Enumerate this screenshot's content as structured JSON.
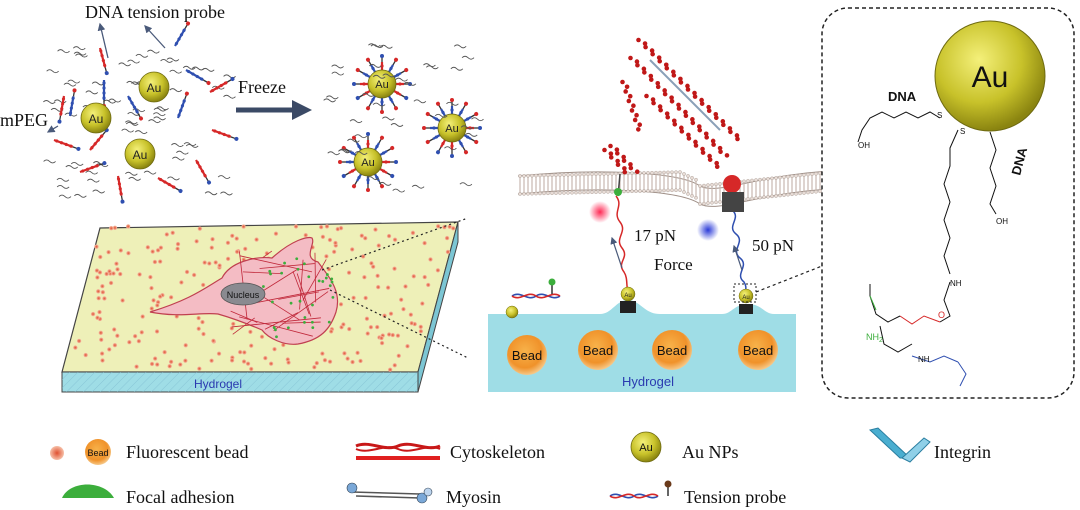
{
  "labels": {
    "dna_tension_probe": "DNA tension probe",
    "mpeg": "mPEG",
    "freeze": "Freeze",
    "au": "Au",
    "nucleus": "Nucleus",
    "hydrogel": "Hydrogel",
    "bead": "Bead",
    "force_17": "17 pN",
    "force_50": "50 pN",
    "force": "Force",
    "dna": "DNA",
    "nh2": "NH",
    "nh2_sub": "2",
    "nh": "NH",
    "s": "S",
    "o": "O",
    "oh": "OH"
  },
  "legend": {
    "fluorescent_bead": "Fluorescent bead",
    "cytoskeleton": "Cytoskeleton",
    "au_nps": "Au NPs",
    "integrin": "Integrin",
    "focal_adhesion": "Focal adhesion",
    "myosin": "Myosin",
    "tension_probe": "Tension probe"
  },
  "colors": {
    "gold": "#c8c22a",
    "bead_orange": "#f0a033",
    "hydrogel_blue": "#9fdde6",
    "gel_yellow": "#eef0b8",
    "probe_red": "#d62828",
    "probe_blue": "#2f4fb0",
    "focal_green": "#3cae3c",
    "arrow_navy": "#3b4a66"
  }
}
